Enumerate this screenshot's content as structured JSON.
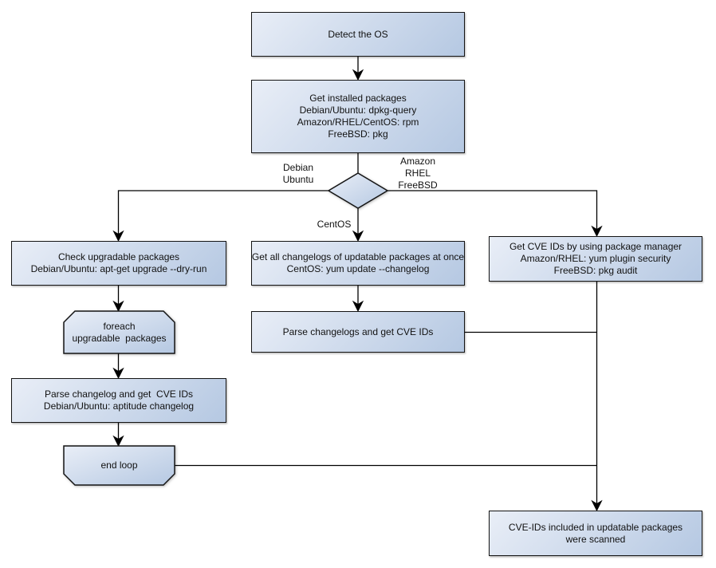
{
  "diagram": {
    "title": "OS package vulnerability scan flowchart",
    "colors": {
      "background": "#ffffff",
      "node_fill_light": "#e9eef7",
      "node_fill_dark": "#b5c8e2",
      "node_border": "#141414",
      "line": "#000000",
      "text": "#111111"
    },
    "nodes": {
      "detect_os": {
        "lines": [
          "Detect the OS"
        ]
      },
      "get_installed_packages": {
        "lines": [
          "Get installed packages",
          "Debian/Ubuntu: dpkg-query",
          "Amazon/RHEL/CentOS: rpm",
          "FreeBSD: pkg"
        ]
      },
      "os_decision": {
        "shape": "diamond",
        "lines": []
      },
      "check_upgradable": {
        "lines": [
          "Check upgradable packages",
          "Debian/Ubuntu: apt-get upgrade --dry-run"
        ]
      },
      "foreach_loop": {
        "shape": "loop-start",
        "lines": [
          "foreach",
          "upgradable  packages"
        ]
      },
      "parse_changelog_debian": {
        "lines": [
          "Parse changelog and get  CVE IDs",
          "Debian/Ubuntu: aptitude changelog"
        ]
      },
      "end_loop": {
        "shape": "loop-end",
        "lines": [
          "end loop"
        ]
      },
      "get_all_changelogs": {
        "lines": [
          "Get all changelogs of updatable packages at once",
          "CentOS: yum update --changelog"
        ]
      },
      "parse_changelogs_centos": {
        "lines": [
          "Parse changelogs and get CVE IDs"
        ]
      },
      "get_cve_ids_pkg_manager": {
        "lines": [
          "Get CVE IDs by using package manager",
          "Amazon/RHEL: yum plugin security",
          "FreeBSD: pkg audit"
        ]
      },
      "result_scanned": {
        "lines": [
          "CVE-IDs included in updatable packages",
          "were scanned"
        ]
      }
    },
    "edge_labels": {
      "debian_ubuntu": {
        "lines": [
          "Debian",
          "Ubuntu"
        ]
      },
      "amazon_rhel_freebsd": {
        "lines": [
          "Amazon",
          "RHEL",
          "FreeBSD"
        ]
      },
      "centos": {
        "lines": [
          "CentOS"
        ]
      }
    }
  }
}
